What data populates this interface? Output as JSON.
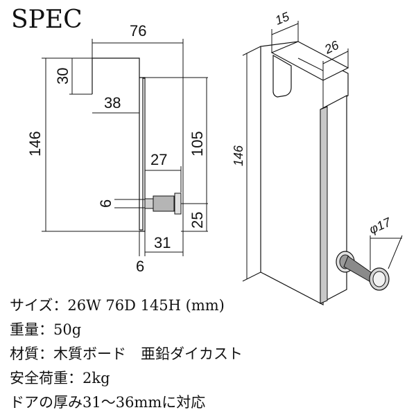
{
  "title": "SPEC",
  "side_view": {
    "width_76": "76",
    "height_30": "30",
    "depth_38": "38",
    "total_146": "146",
    "height_105": "105",
    "hook_27": "27",
    "hook_6": "6",
    "bottom_25": "25",
    "bottom_31": "31",
    "board_6": "6"
  },
  "iso_view": {
    "dim_15": "15",
    "dim_26": "26",
    "dim_146": "146",
    "dim_phi17": "φ17"
  },
  "specs": [
    "サイズ：26W 76D 145H (mm)",
    "重量：50g",
    "材質：木質ボード　亜鉛ダイカスト",
    "安全荷重：2kg",
    "ドアの厚み31～36mmに対応"
  ]
}
